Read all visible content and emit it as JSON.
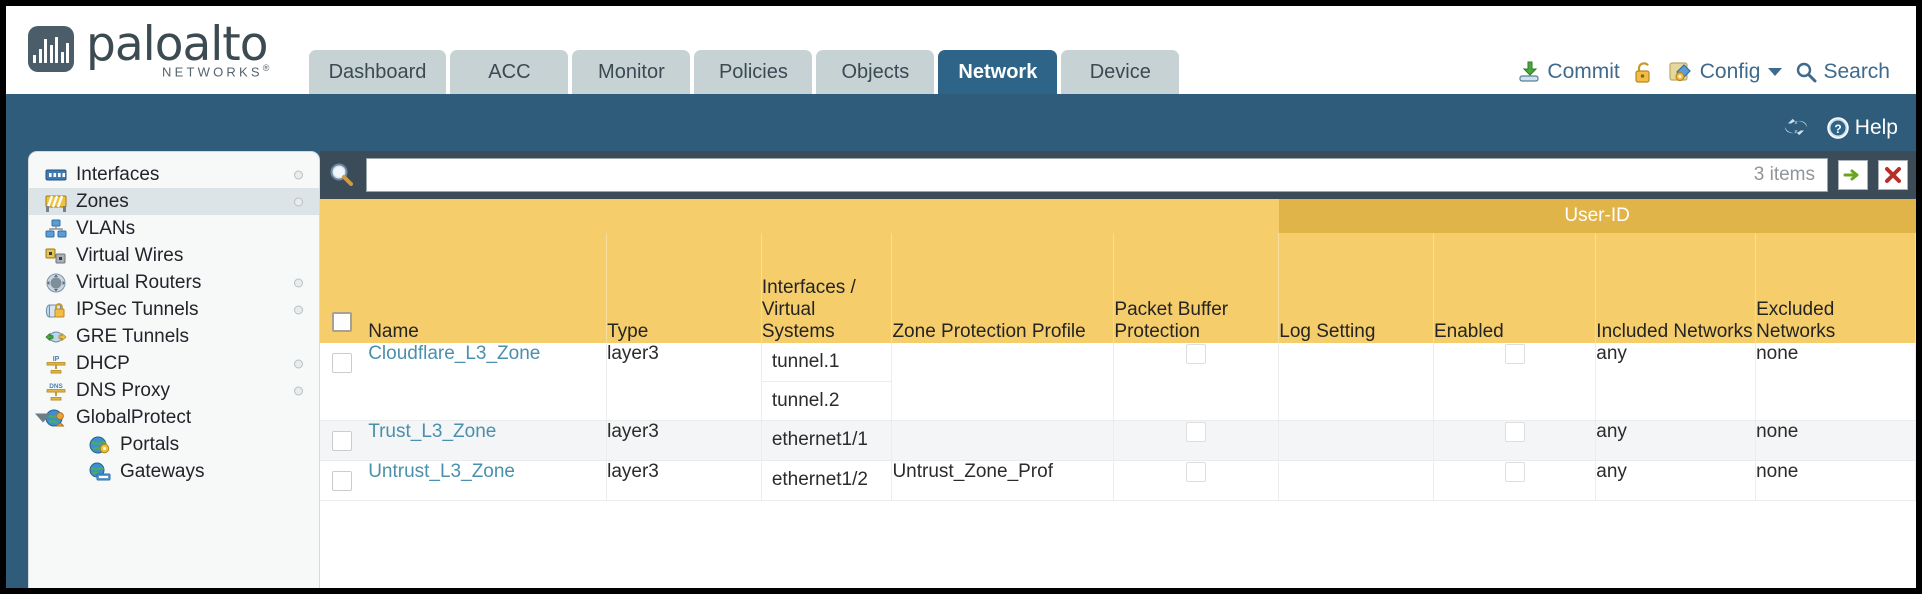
{
  "brand": {
    "name": "paloalto",
    "sub": "NETWORKS",
    "registered": "®"
  },
  "tabs": [
    {
      "label": "Dashboard",
      "active": false
    },
    {
      "label": "ACC",
      "active": false
    },
    {
      "label": "Monitor",
      "active": false
    },
    {
      "label": "Policies",
      "active": false
    },
    {
      "label": "Objects",
      "active": false
    },
    {
      "label": "Network",
      "active": true
    },
    {
      "label": "Device",
      "active": false
    }
  ],
  "top_actions": {
    "commit": "Commit",
    "lock": "",
    "config": "Config",
    "search": "Search"
  },
  "blueband": {
    "refresh": "",
    "help": "Help"
  },
  "sidebar": {
    "items": [
      {
        "label": "Interfaces",
        "icon": "interfaces-icon",
        "selected": false,
        "dot": true,
        "child": false,
        "twisty": false
      },
      {
        "label": "Zones",
        "icon": "zones-icon",
        "selected": true,
        "dot": true,
        "child": false,
        "twisty": false
      },
      {
        "label": "VLANs",
        "icon": "vlans-icon",
        "selected": false,
        "dot": false,
        "child": false,
        "twisty": false
      },
      {
        "label": "Virtual Wires",
        "icon": "virtual-wires-icon",
        "selected": false,
        "dot": false,
        "child": false,
        "twisty": false
      },
      {
        "label": "Virtual Routers",
        "icon": "virtual-routers-icon",
        "selected": false,
        "dot": true,
        "child": false,
        "twisty": false
      },
      {
        "label": "IPSec Tunnels",
        "icon": "ipsec-tunnels-icon",
        "selected": false,
        "dot": true,
        "child": false,
        "twisty": false
      },
      {
        "label": "GRE Tunnels",
        "icon": "gre-tunnels-icon",
        "selected": false,
        "dot": false,
        "child": false,
        "twisty": false
      },
      {
        "label": "DHCP",
        "icon": "dhcp-icon",
        "selected": false,
        "dot": true,
        "child": false,
        "twisty": false
      },
      {
        "label": "DNS Proxy",
        "icon": "dns-proxy-icon",
        "selected": false,
        "dot": true,
        "child": false,
        "twisty": false
      },
      {
        "label": "GlobalProtect",
        "icon": "globalprotect-icon",
        "selected": false,
        "dot": false,
        "child": false,
        "twisty": true
      },
      {
        "label": "Portals",
        "icon": "portals-icon",
        "selected": false,
        "dot": false,
        "child": true,
        "twisty": false
      },
      {
        "label": "Gateways",
        "icon": "gateways-icon",
        "selected": false,
        "dot": false,
        "child": true,
        "twisty": false
      }
    ]
  },
  "search": {
    "value": "",
    "placeholder": "",
    "items_count": "3 items",
    "apply_icon": "green-arrow-icon",
    "clear_icon": "red-x-icon"
  },
  "table": {
    "group_header": "User-ID",
    "columns": [
      "Name",
      "Type",
      "Interfaces / Virtual Systems",
      "Zone Protection Profile",
      "Packet Buffer Protection",
      "Log Setting",
      "Enabled",
      "Included Networks",
      "Excluded Networks"
    ],
    "rows": [
      {
        "name": "Cloudflare_L3_Zone",
        "type": "layer3",
        "interfaces": [
          "tunnel.1",
          "tunnel.2"
        ],
        "zone_protection_profile": "",
        "packet_buffer_protection": false,
        "log_setting": "",
        "userid_enabled": false,
        "included_networks": "any",
        "excluded_networks": "none"
      },
      {
        "name": "Trust_L3_Zone",
        "type": "layer3",
        "interfaces": [
          "ethernet1/1"
        ],
        "zone_protection_profile": "",
        "packet_buffer_protection": false,
        "log_setting": "",
        "userid_enabled": false,
        "included_networks": "any",
        "excluded_networks": "none"
      },
      {
        "name": "Untrust_L3_Zone",
        "type": "layer3",
        "interfaces": [
          "ethernet1/2"
        ],
        "zone_protection_profile": "Untrust_Zone_Prof",
        "packet_buffer_protection": false,
        "log_setting": "",
        "userid_enabled": false,
        "included_networks": "any",
        "excluded_networks": "none"
      }
    ]
  },
  "colors": {
    "brand_blue": "#2e5c7a",
    "tab_active": "#2e6488",
    "tab_inactive": "#c7d2d4",
    "header_yellow": "#f5cd6b",
    "group_header_yellow": "#e0b449",
    "link_blue": "#4a90ad",
    "panel_dark": "#3b4c58"
  }
}
